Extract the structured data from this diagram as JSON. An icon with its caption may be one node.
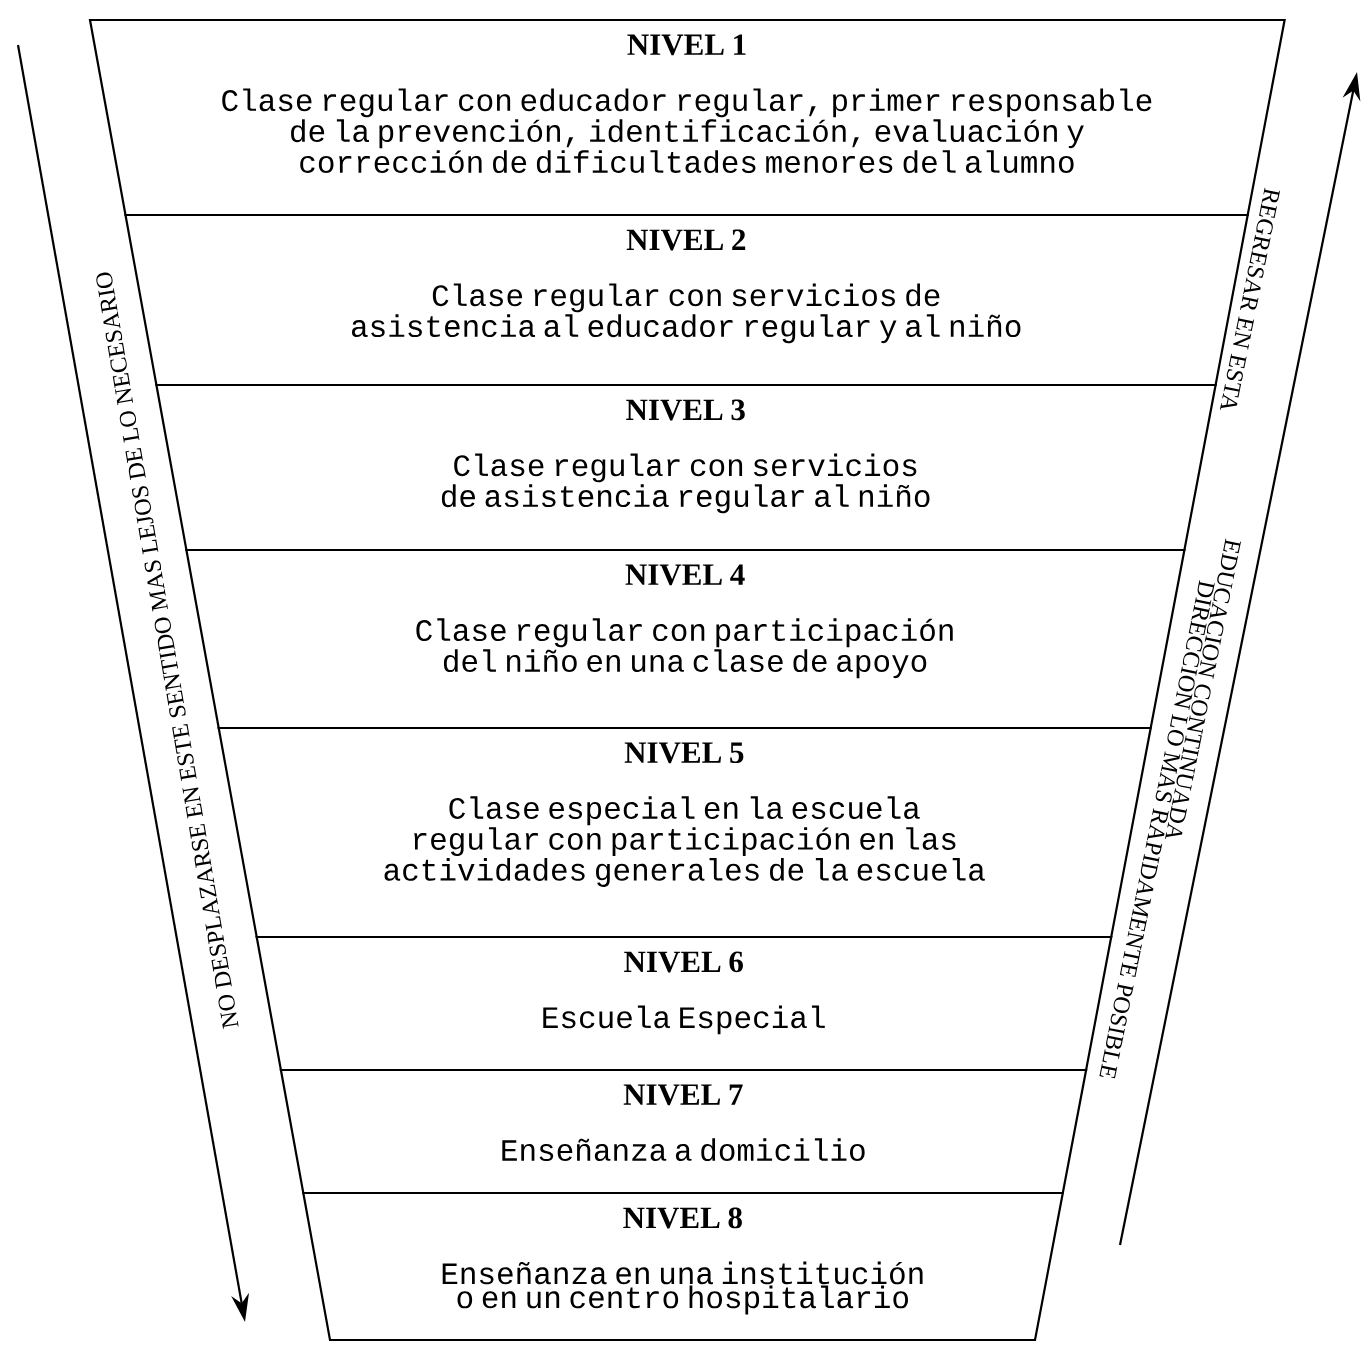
{
  "diagram": {
    "nodes": [
      {
        "text": [
          "NIVEL 1",
          "Clase regular con educador regular, primer responsable de la prevención, identificación, evaluación y corrección de dificultades menores del alumno"
        ]
      },
      {
        "text": [
          "NIVEL 2",
          "Clase regular con servicios de asistencia al educador regular y al niño"
        ]
      },
      {
        "text": [
          "NIVEL 3",
          "Clase regular con servicios de asistencia regular al niño"
        ]
      },
      {
        "text": [
          "NIVEL 4",
          "Clase regular con participación del niño en una clase de apoyo"
        ]
      },
      {
        "text": [
          "NIVEL 5",
          "Clase especial en la escuela regular con participación en las actividades generales de la escuela"
        ]
      },
      {
        "text": [
          "NIVEL 6",
          "Escuela Especial"
        ]
      },
      {
        "text": [
          "NIVEL 7",
          "Enseñanza a domicilio"
        ]
      },
      {
        "text": [
          "NIVEL 8",
          "Enseñanza en una institución o en un centro hospitalario"
        ]
      }
    ],
    "labels": [
      "NO DESPLAZARSE EN ESTE SENTIDO MAS LEJOS DE LO NECESARIO",
      "REGRESAR EN ESTA",
      "EDUCACION CONTINUADA",
      "DIRECCION LO MAS RAPIDAMENTE POSIBLE"
    ]
  }
}
